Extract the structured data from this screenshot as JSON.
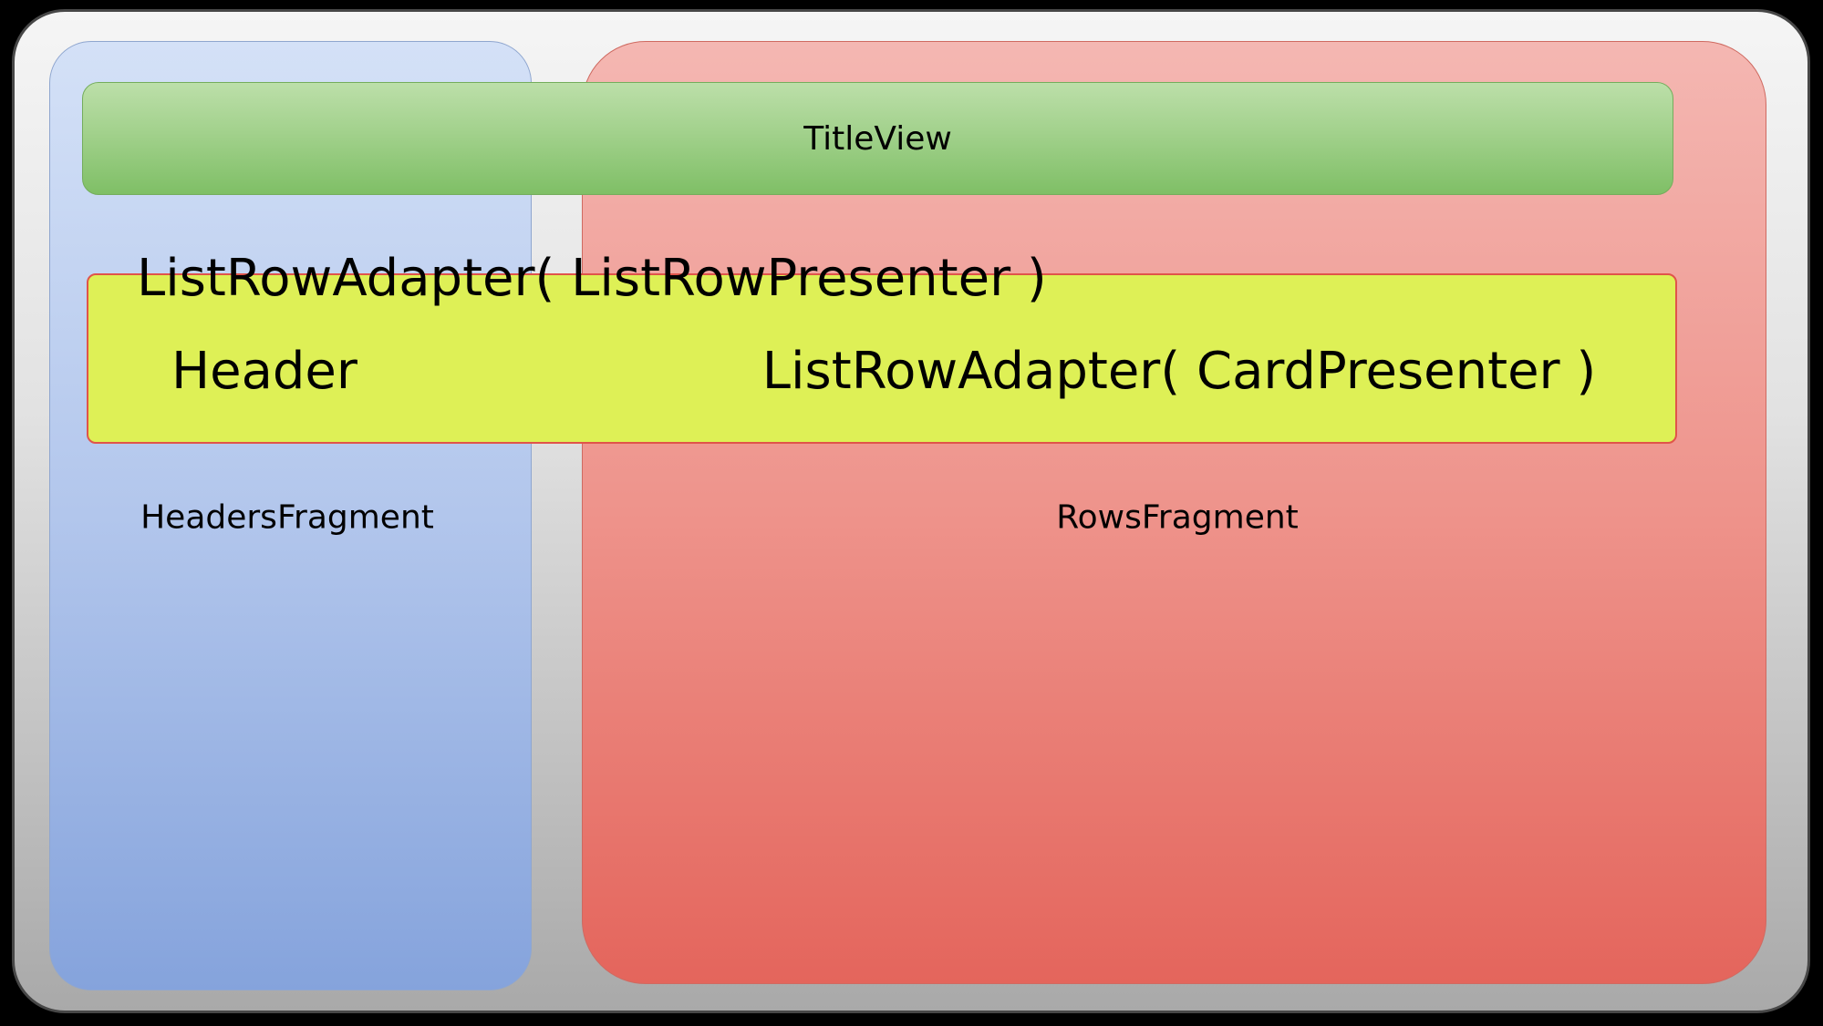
{
  "diagram": {
    "title_view_label": "TitleView",
    "list_row_adapter_presenter_label": "ListRowAdapter( ListRowPresenter )",
    "header_label": "Header",
    "list_row_adapter_card_label": "ListRowAdapter( CardPresenter )",
    "headers_fragment_label": "HeadersFragment",
    "rows_fragment_label": "RowsFragment"
  },
  "colors": {
    "canvas_background": "#000000",
    "frame_gradient_top": "#f5f5f5",
    "frame_gradient_bottom": "#a9a9a9",
    "frame_border": "#474747",
    "headers_panel_gradient_top": "#d4e1f7",
    "headers_panel_gradient_bottom": "#85a3dc",
    "rows_panel_gradient_top": "#f4b7b2",
    "rows_panel_gradient_bottom": "#e4655c",
    "title_bar_gradient_top": "#bcdfa9",
    "title_bar_gradient_bottom": "#7fbf66",
    "list_row_bar_fill": "#def056",
    "list_row_bar_border": "#e0544a",
    "text_color": "#000000"
  }
}
